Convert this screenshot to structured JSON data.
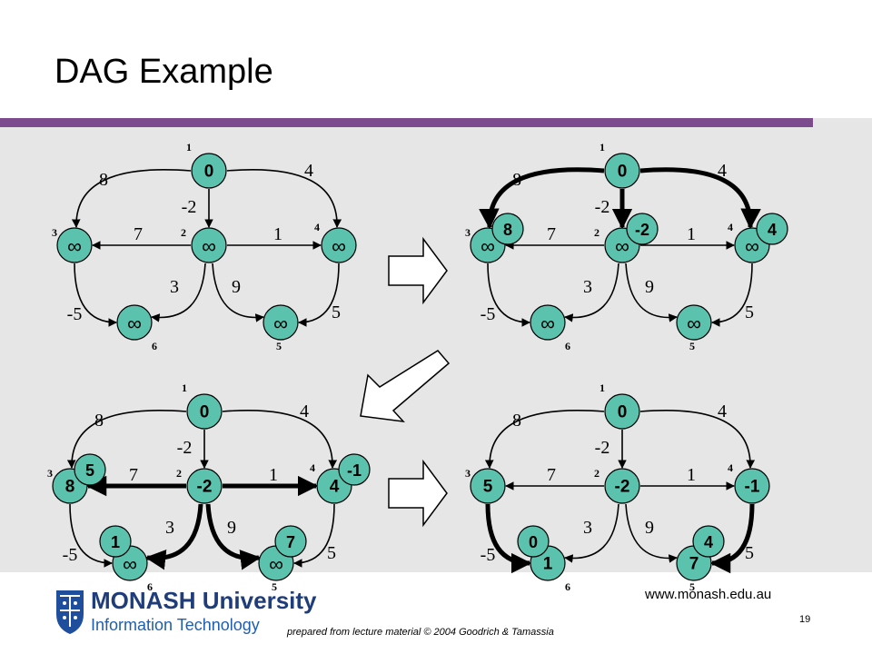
{
  "title": "DAG Example",
  "footer": {
    "university": "MONASH University",
    "faculty": "Information Technology",
    "url": "www.monash.edu.au",
    "page_number": "19",
    "credit": "prepared  from lecture material © 2004 Goodrich & Tamassia"
  },
  "colors": {
    "band": "#e6e6e6",
    "accent": "#7b4b8e",
    "node": "#5bc2ad",
    "highlight": "#5bc2ad"
  },
  "edge_weights": {
    "v1_v3": "8",
    "v1_v4": "4",
    "v1_v2": "-2",
    "v2_v3": "7",
    "v2_v4": "1",
    "v2_v6": "3",
    "v2_v5": "9",
    "v3_v6": "-5",
    "v4_v5": "5"
  },
  "vertex_ids": {
    "v1": "1",
    "v2": "2",
    "v3": "3",
    "v4": "4",
    "v5": "5",
    "v6": "6"
  },
  "panels": [
    {
      "labels": {
        "v1": "0",
        "v2": "∞",
        "v3": "∞",
        "v4": "∞",
        "v5": "∞",
        "v6": "∞"
      },
      "badges": {}
    },
    {
      "labels": {
        "v1": "0",
        "v2": "∞",
        "v3": "∞",
        "v4": "∞",
        "v5": "∞",
        "v6": "∞"
      },
      "badges": {
        "v3": "8",
        "v2": "-2",
        "v4": "4"
      }
    },
    {
      "labels": {
        "v1": "0",
        "v2": "-2",
        "v3": "8",
        "v4": "4",
        "v5": "∞",
        "v6": "∞"
      },
      "badges": {
        "v3": "5",
        "v4": "-1",
        "v6": "1",
        "v5": "7"
      }
    },
    {
      "labels": {
        "v1": "0",
        "v2": "-2",
        "v3": "5",
        "v4": "-1",
        "v5": "7",
        "v6": "1"
      },
      "badges": {
        "v6": "0",
        "v5": "4"
      }
    }
  ]
}
